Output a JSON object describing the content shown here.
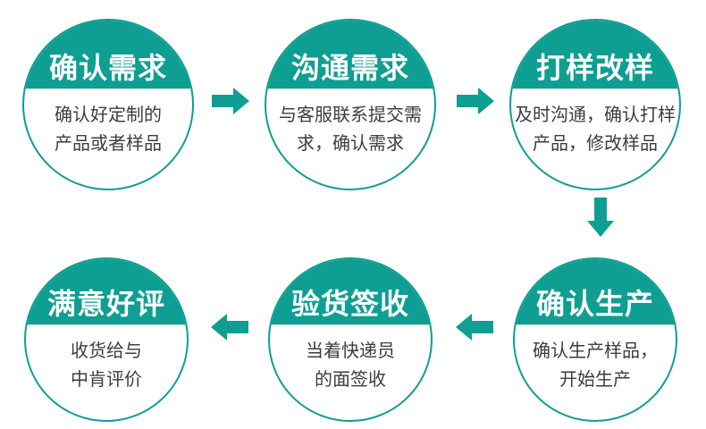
{
  "colors": {
    "teal": "#0F9E92",
    "title_text": "#ffffff",
    "body_text": "#3d3d3d",
    "background": "#ffffff"
  },
  "flow": {
    "steps": [
      {
        "title": "确认需求",
        "desc_lines": [
          "确认好定制的",
          "产品或者样品"
        ]
      },
      {
        "title": "沟通需求",
        "desc_lines": [
          "与客服联系提交需",
          "求，确认需求"
        ]
      },
      {
        "title": "打样改样",
        "desc_lines": [
          "及时沟通，确认打样",
          "产品，修改样品"
        ]
      },
      {
        "title": "确认生产",
        "desc_lines": [
          "确认生产样品，",
          "开始生产"
        ]
      },
      {
        "title": "验货签收",
        "desc_lines": [
          "当着快递员",
          "的面签收"
        ]
      },
      {
        "title": "满意好评",
        "desc_lines": [
          "收货给与",
          "中肯评价"
        ]
      }
    ],
    "arrows": [
      {
        "direction": "right",
        "from": "确认需求",
        "to": "沟通需求"
      },
      {
        "direction": "right",
        "from": "沟通需求",
        "to": "打样改样"
      },
      {
        "direction": "down",
        "from": "打样改样",
        "to": "确认生产"
      },
      {
        "direction": "left",
        "from": "确认生产",
        "to": "验货签收"
      },
      {
        "direction": "left",
        "from": "验货签收",
        "to": "满意好评"
      }
    ]
  }
}
